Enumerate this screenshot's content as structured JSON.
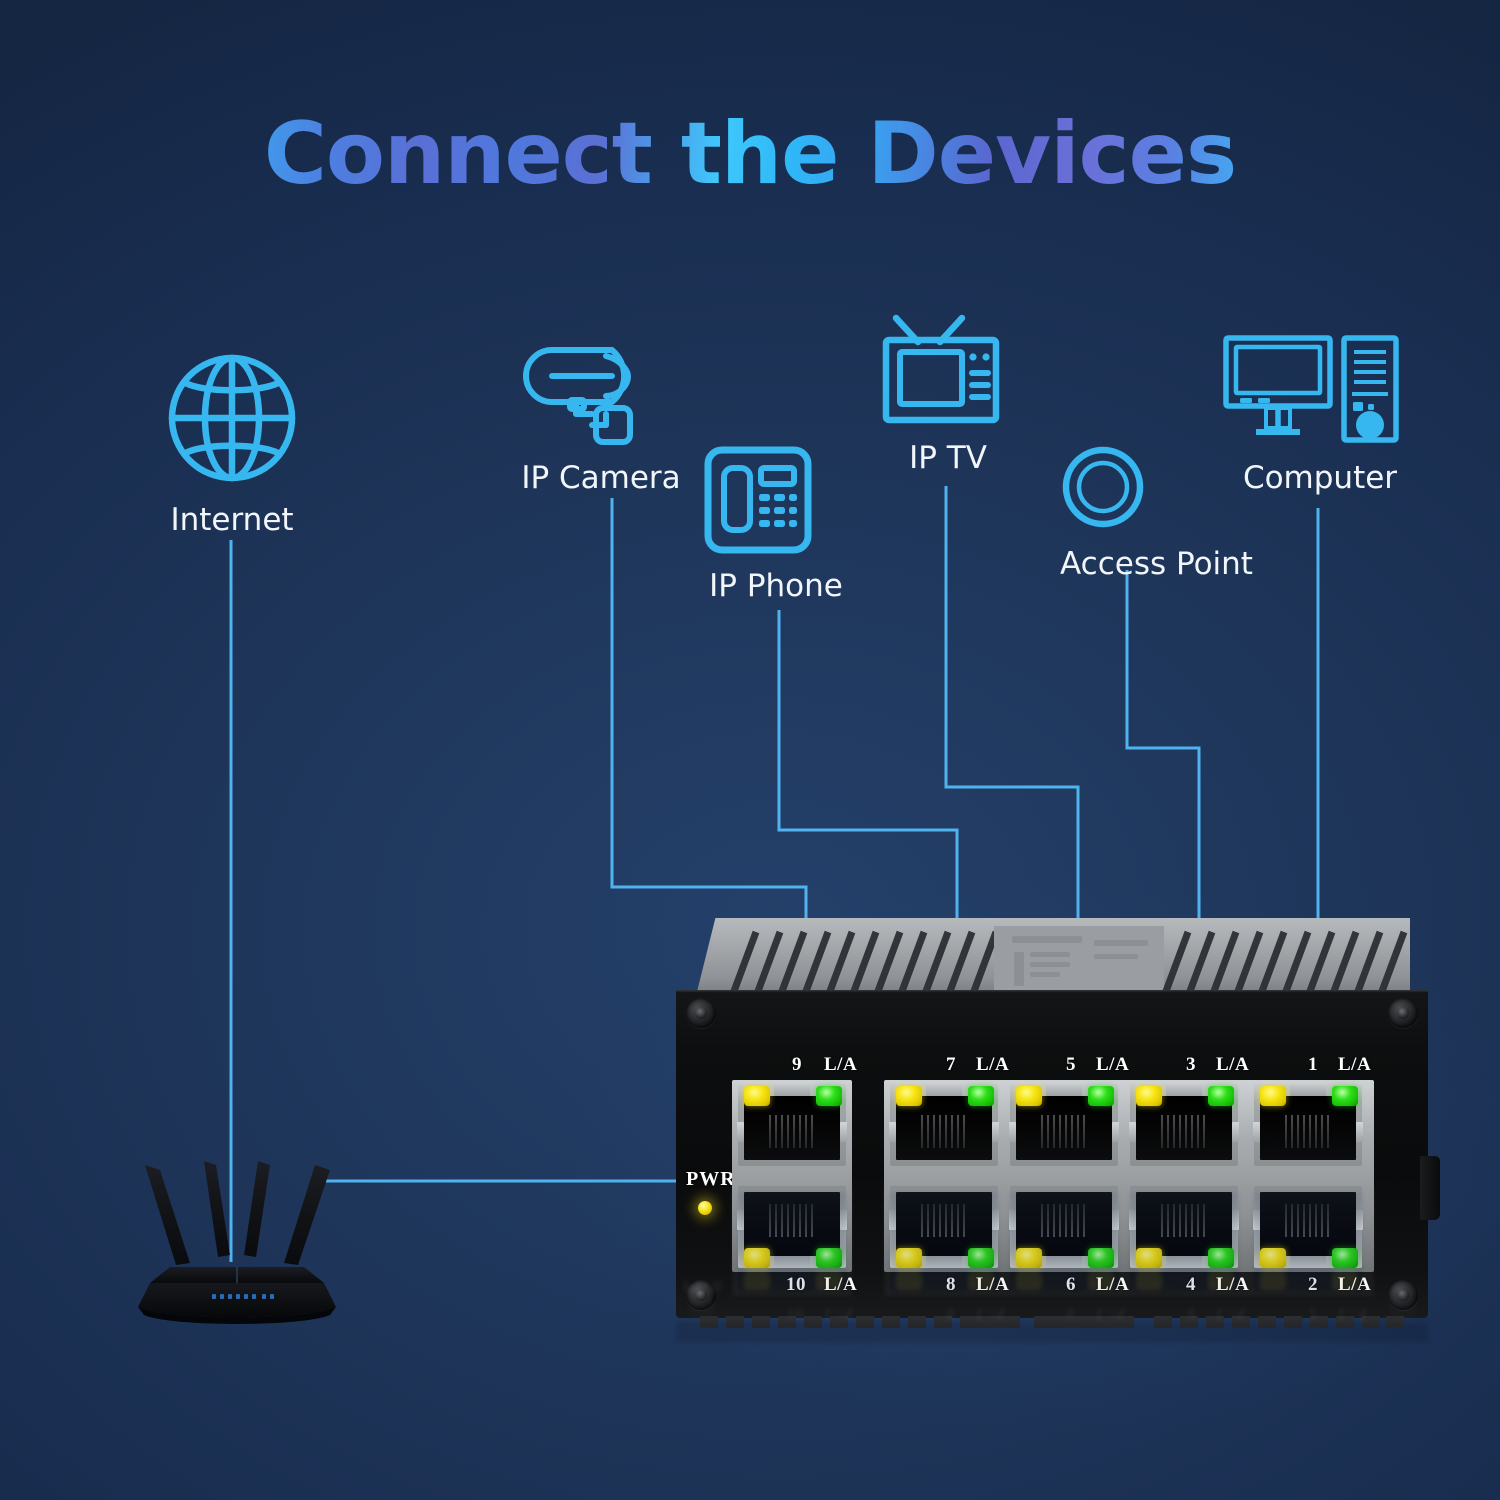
{
  "title": "Connect the Devices",
  "title_gradient": [
    "#3ed0ff",
    "#4d7fe0",
    "#5a6fd6",
    "#3fc8fb",
    "#5a67d0",
    "#34c6fb"
  ],
  "background": {
    "from": "#24406a",
    "to": "#152643"
  },
  "accent_line_color": "#4fb3ef",
  "icon_color": "#36b7f0",
  "label_color": "#f2f6fb",
  "devices": [
    {
      "id": "internet",
      "label": "Internet",
      "icon": "globe-icon",
      "connects_to_port": "router"
    },
    {
      "id": "camera",
      "label": "IP Camera",
      "icon": "cctv-camera-icon",
      "connects_to_port": "9"
    },
    {
      "id": "phone",
      "label": "IP Phone",
      "icon": "desk-phone-icon",
      "connects_to_port": "7"
    },
    {
      "id": "tv",
      "label": "IP TV",
      "icon": "television-icon",
      "connects_to_port": "5"
    },
    {
      "id": "ap",
      "label": "Access Point",
      "icon": "access-point-icon",
      "connects_to_port": "3"
    },
    {
      "id": "computer",
      "label": "Computer",
      "icon": "desktop-computer-icon",
      "connects_to_port": "1"
    }
  ],
  "router": {
    "name": "wireless-router",
    "antenna_count": 4,
    "led_count": 8,
    "body_color": "#0c0d10"
  },
  "switch": {
    "name": "industrial-ethernet-switch",
    "power_label": "PWR",
    "power_led_color": "#f5e018",
    "link_act_label": "L/A",
    "led_colors": {
      "speed": "#f7e516",
      "link": "#2ee01a"
    },
    "port_rows": [
      {
        "row": "top",
        "ports": [
          {
            "num": "9",
            "la": "L/A",
            "led_left": "yellow",
            "led_right": "green"
          },
          {
            "num": "7",
            "la": "L/A",
            "led_left": "yellow",
            "led_right": "green"
          },
          {
            "num": "5",
            "la": "L/A",
            "led_left": "yellow",
            "led_right": "green"
          },
          {
            "num": "3",
            "la": "L/A",
            "led_left": "yellow",
            "led_right": "green"
          },
          {
            "num": "1",
            "la": "L/A",
            "led_left": "yellow",
            "led_right": "green"
          }
        ]
      },
      {
        "row": "bottom",
        "ports": [
          {
            "num": "10",
            "la": "L/A",
            "led_left": "yellow",
            "led_right": "green"
          },
          {
            "num": "8",
            "la": "L/A",
            "led_left": "yellow",
            "led_right": "green"
          },
          {
            "num": "6",
            "la": "L/A",
            "led_left": "yellow",
            "led_right": "green"
          },
          {
            "num": "4",
            "la": "L/A",
            "led_left": "yellow",
            "led_right": "green"
          },
          {
            "num": "2",
            "la": "L/A",
            "led_left": "yellow",
            "led_right": "green"
          }
        ]
      }
    ]
  },
  "port_labels_top": [
    {
      "num": "9",
      "la": "L/A"
    },
    {
      "num": "7",
      "la": "L/A"
    },
    {
      "num": "5",
      "la": "L/A"
    },
    {
      "num": "3",
      "la": "L/A"
    },
    {
      "num": "1",
      "la": "L/A"
    }
  ],
  "port_labels_bottom": [
    {
      "num": "10",
      "la": "L/A"
    },
    {
      "num": "8",
      "la": "L/A"
    },
    {
      "num": "6",
      "la": "L/A"
    },
    {
      "num": "4",
      "la": "L/A"
    },
    {
      "num": "2",
      "la": "L/A"
    }
  ]
}
